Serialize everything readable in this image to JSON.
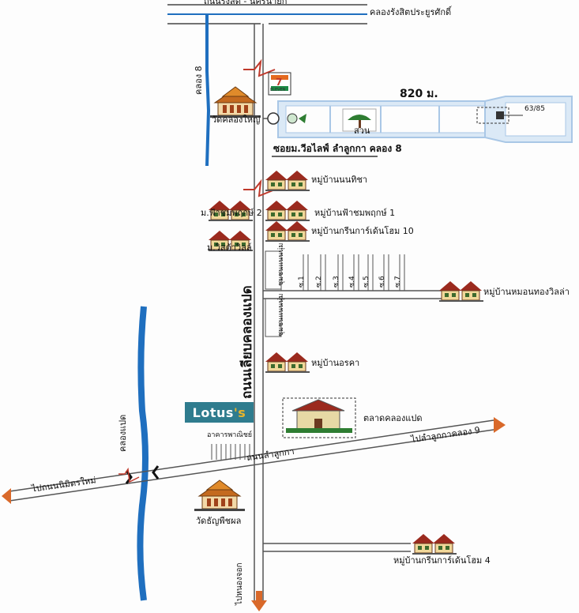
{
  "roads": {
    "top_road": "ถนนรังสิต - นครนายก",
    "main_road": "ถนนเลียบคลองแปด",
    "cross_road": "ถนนลำลูกกา",
    "soi_road": "ซอยม.วีอไลฟ์ ลำลูกกา คลอง 8"
  },
  "canals": {
    "canal_top": "คลองรังสิตประยูรศักดิ์",
    "canal_8": "คลอง 8",
    "canal_paet": "คลองแปด"
  },
  "directions": {
    "to_lamlukka9": "ไปลำลูกกาคลอง 9",
    "to_nimitmai": "ไปถนนนิมิตรใหม่",
    "to_nongchok": "ไปหนองจอก"
  },
  "distance_label": "820 ม.",
  "destination_number": "63/85",
  "garden_label": "สวน",
  "seven_eleven": "7",
  "seven_eleven_text": "ELEVEN",
  "landmarks": {
    "wat_khlong_yai": "วัดคลองใหญ่",
    "wat_thanyaphutphon": "วัดธัญพืชผล",
    "lotus_brand": "Lotus",
    "lotus_mark": "'s",
    "market": "ตลาดคลองแปด",
    "commercial": "อาคารพาณิชย์"
  },
  "villages": [
    {
      "label": "หมู่บ้านนนทิชา"
    },
    {
      "label": "ม.ฟ้าชมพฤกษ์ 2"
    },
    {
      "label": "หมู่บ้านฟ้าชมพฤกษ์ 1"
    },
    {
      "label": "หมู่บ้านกรีนการ์เด้นโฮม 10"
    },
    {
      "label": "ม.วิสต้าวิลล์"
    },
    {
      "label": "หมู่บ้านหมอนทองวิลล่า"
    },
    {
      "label": "หมู่บ้านอรคา"
    },
    {
      "label": "หมู่บ้านกรีนการ์เด้นโฮม 4"
    }
  ],
  "alley_group_label": "ชุมชนแนนนุ่ม",
  "alleys": [
    "ซ.1",
    "ซ.2",
    "ซ.3",
    "ซ.4",
    "ซ.5",
    "ซ.6",
    "ซ.7"
  ],
  "colors": {
    "road": "#5a5a5a",
    "canal": "#1f6fbf",
    "road_blue": "#a9c7e6",
    "arrow": "#d9692a",
    "house_roof": "#9b2a1e",
    "house_wall": "#f1d89a",
    "temple_roof": "#c46a1f",
    "lotus_bg": "#2f7c8e"
  }
}
